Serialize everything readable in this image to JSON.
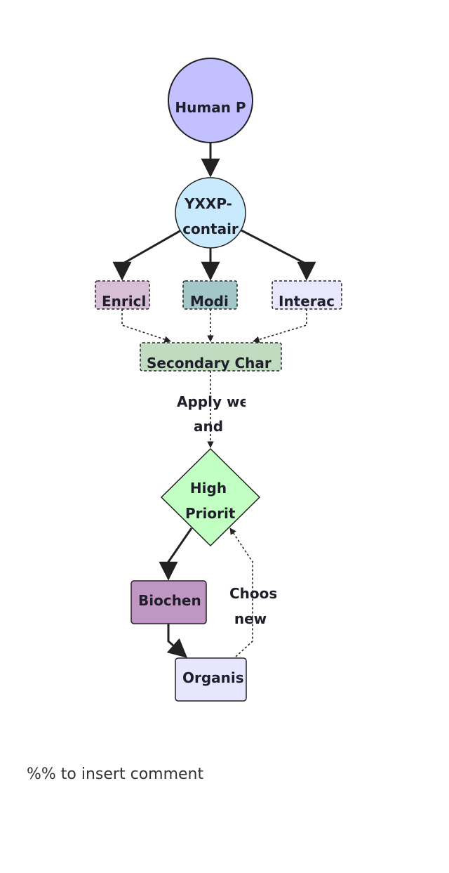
{
  "colors": {
    "human": "#c2c0ff",
    "yxxp": "#c8eafc",
    "enrich": "#d7bfd6",
    "modif": "#a3c7c7",
    "interact": "#e9e7fc",
    "secondary": "#c1dbc1",
    "priority": "#c2ffc2",
    "biochem": "#c097c2",
    "organism": "#e6e6ff",
    "stroke": "#222222"
  },
  "nodes": {
    "human": "Human P",
    "yxxp_line1": "YXXP-",
    "yxxp_line2": "contair",
    "enrich": "Enricl",
    "modif": "Modi",
    "interact": "Interac",
    "secondary": "Secondary Char",
    "priority_line1": "High",
    "priority_line2": "Priorit",
    "biochem": "Biochen",
    "organism": "Organis"
  },
  "edges": {
    "apply_line1": "Apply we",
    "apply_line2": "and",
    "choose_line1": "Choos",
    "choose_line2": "new"
  },
  "comment": "%% to insert comment"
}
